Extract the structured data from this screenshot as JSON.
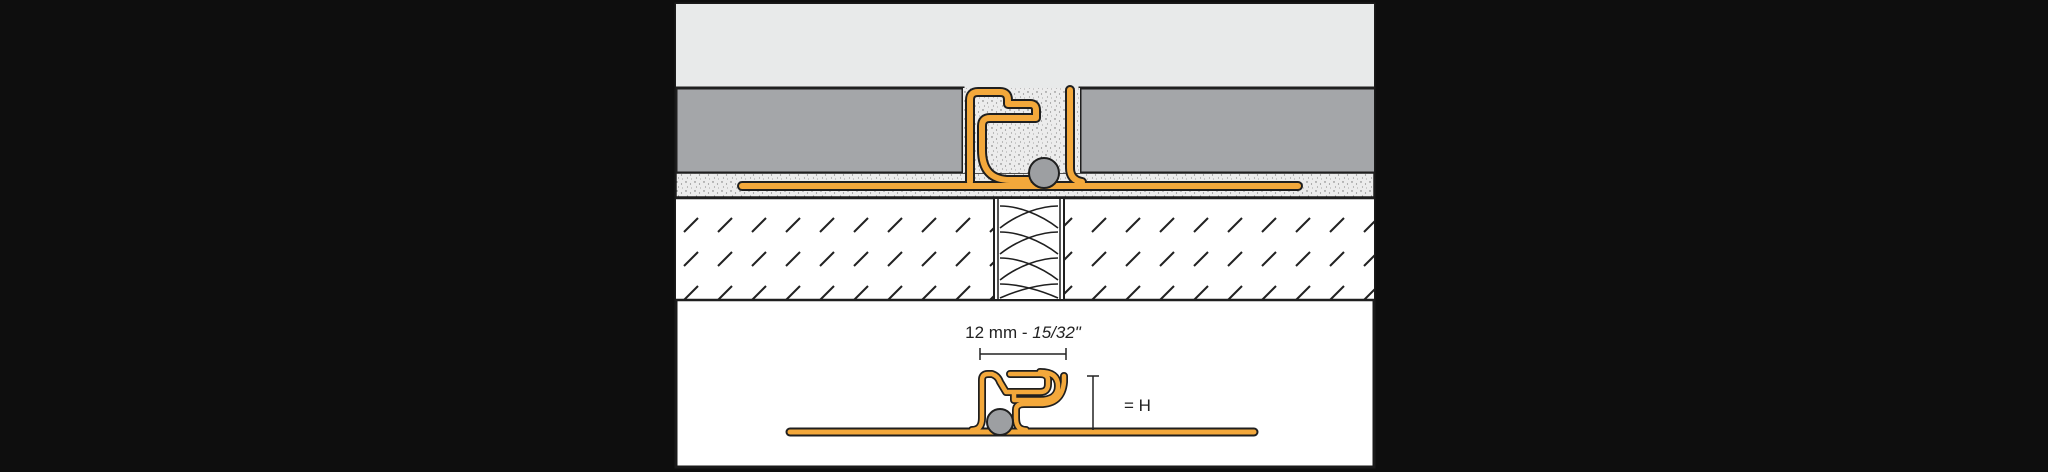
{
  "colors": {
    "background": "#0e0e0e",
    "panel": "#ffffff",
    "wall": "#e8eaea",
    "tile": "#a4a6a9",
    "mortar": "#e9e9e9",
    "screed": "#f3f3f3",
    "profile": "#f3a83b",
    "outline": "#2a2a2a",
    "cord": "#9d9fa2"
  },
  "labels": {
    "width_value": "12 mm - ",
    "width_imperial": "15/32\"",
    "height_label": "= H"
  },
  "icons": {
    "joint_profile": "movement-joint-profile-icon",
    "backer_rod": "backer-rod-icon",
    "insulation": "insulation-strip-icon"
  }
}
